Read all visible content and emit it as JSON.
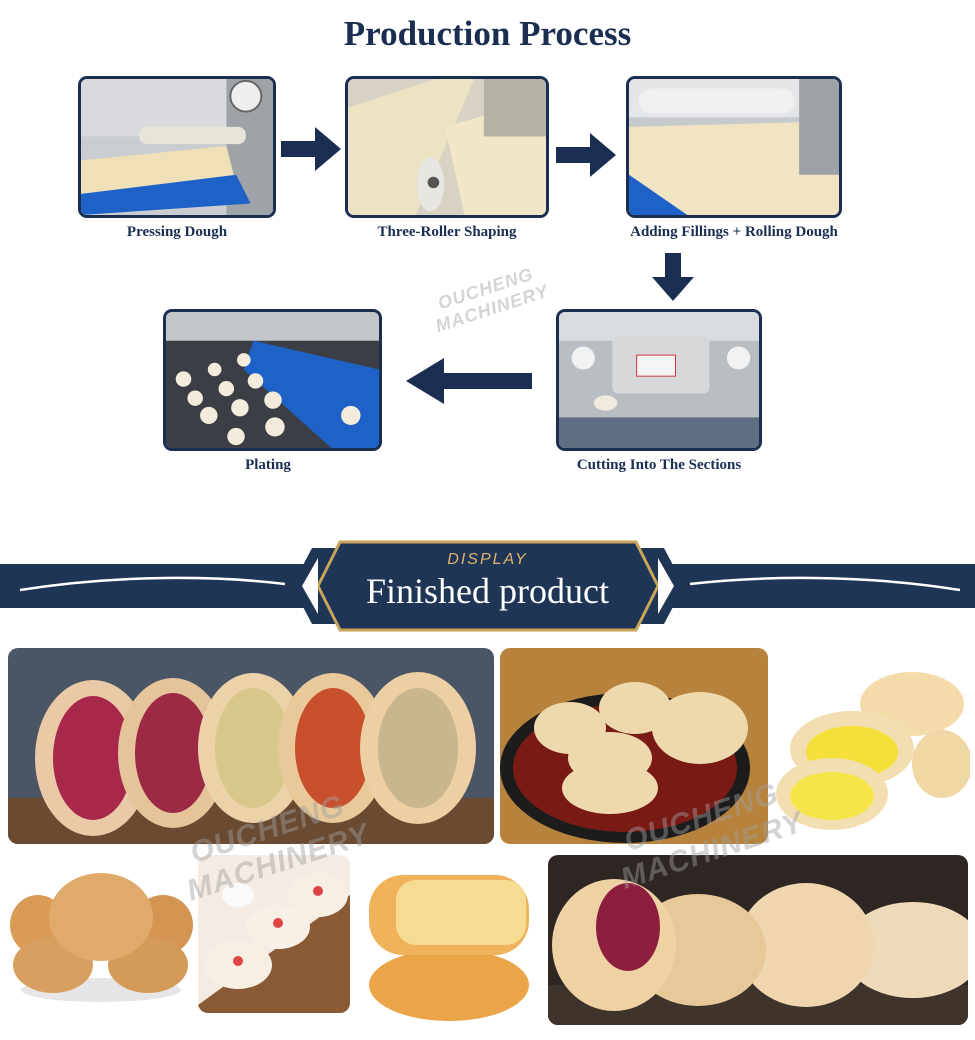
{
  "page": {
    "title": "Production Process"
  },
  "process": {
    "steps": [
      {
        "label": "Pressing Dough"
      },
      {
        "label": "Three-Roller Shaping"
      },
      {
        "label": "Adding Fillings + Rolling Dough"
      },
      {
        "label": "Cutting Into The Sections"
      },
      {
        "label": "Plating"
      }
    ],
    "watermark_line1": "OUCHENG",
    "watermark_line2": "MACHINERY"
  },
  "banner": {
    "tag": "DISPLAY",
    "title": "Finished product"
  },
  "colors": {
    "navy": "#1b2e52",
    "band": "#1f3556",
    "gold": "#e0b36a",
    "conveyor": "#1e62c8"
  }
}
